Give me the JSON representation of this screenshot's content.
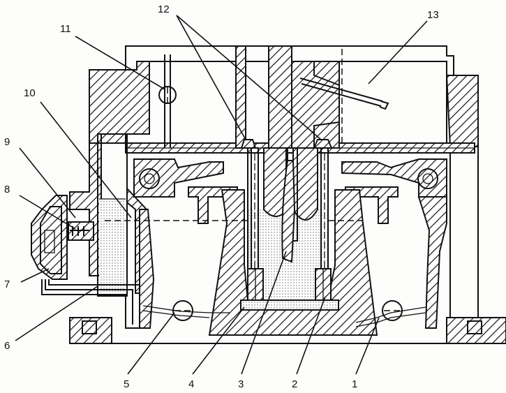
{
  "diagram": {
    "labels": [
      {
        "id": "label-1",
        "text": "1"
      },
      {
        "id": "label-2",
        "text": "2"
      },
      {
        "id": "label-3",
        "text": "3"
      },
      {
        "id": "label-4",
        "text": "4"
      },
      {
        "id": "label-5",
        "text": "5"
      },
      {
        "id": "label-6",
        "text": "6"
      },
      {
        "id": "label-7",
        "text": "7"
      },
      {
        "id": "label-8",
        "text": "8"
      },
      {
        "id": "label-9",
        "text": "9"
      },
      {
        "id": "label-10",
        "text": "10"
      },
      {
        "id": "label-11",
        "text": "11"
      },
      {
        "id": "label-12",
        "text": "12"
      },
      {
        "id": "label-13",
        "text": "13"
      }
    ]
  }
}
